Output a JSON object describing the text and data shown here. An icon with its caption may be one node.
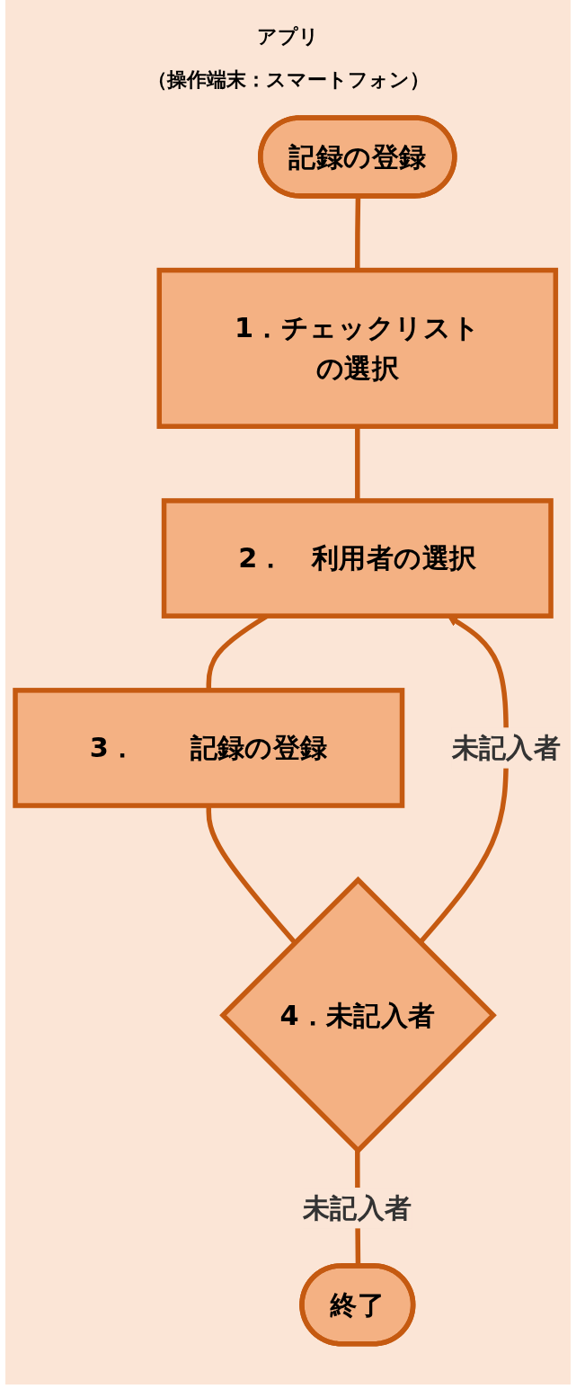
{
  "diagram": {
    "title": "アプリ",
    "nodes": [
      {
        "text": [
          "記録の登録"
        ]
      },
      {
        "text": [
          "1．チェックリストの選択"
        ]
      },
      {
        "text": [
          "2．　利用者の選択"
        ]
      },
      {
        "text": [
          "3．　　記録の登録"
        ]
      },
      {
        "text": [
          "4．未記入者"
        ]
      },
      {
        "text": [
          "終了"
        ]
      }
    ],
    "edges": [
      {
        "from": 0,
        "to": 1,
        "arrow": "none"
      },
      {
        "from": 1,
        "to": 2,
        "arrow": "none"
      },
      {
        "from": 2,
        "to": 3,
        "arrow": "none"
      },
      {
        "from": 3,
        "to": 4,
        "arrow": "none"
      },
      {
        "from": 4,
        "to": 2,
        "arrow": "to",
        "label": "未記入者"
      },
      {
        "from": 4,
        "to": 5,
        "arrow": "none",
        "label": "未記入者"
      }
    ],
    "labels": [
      "（操作端末：スマートフォン）"
    ]
  }
}
